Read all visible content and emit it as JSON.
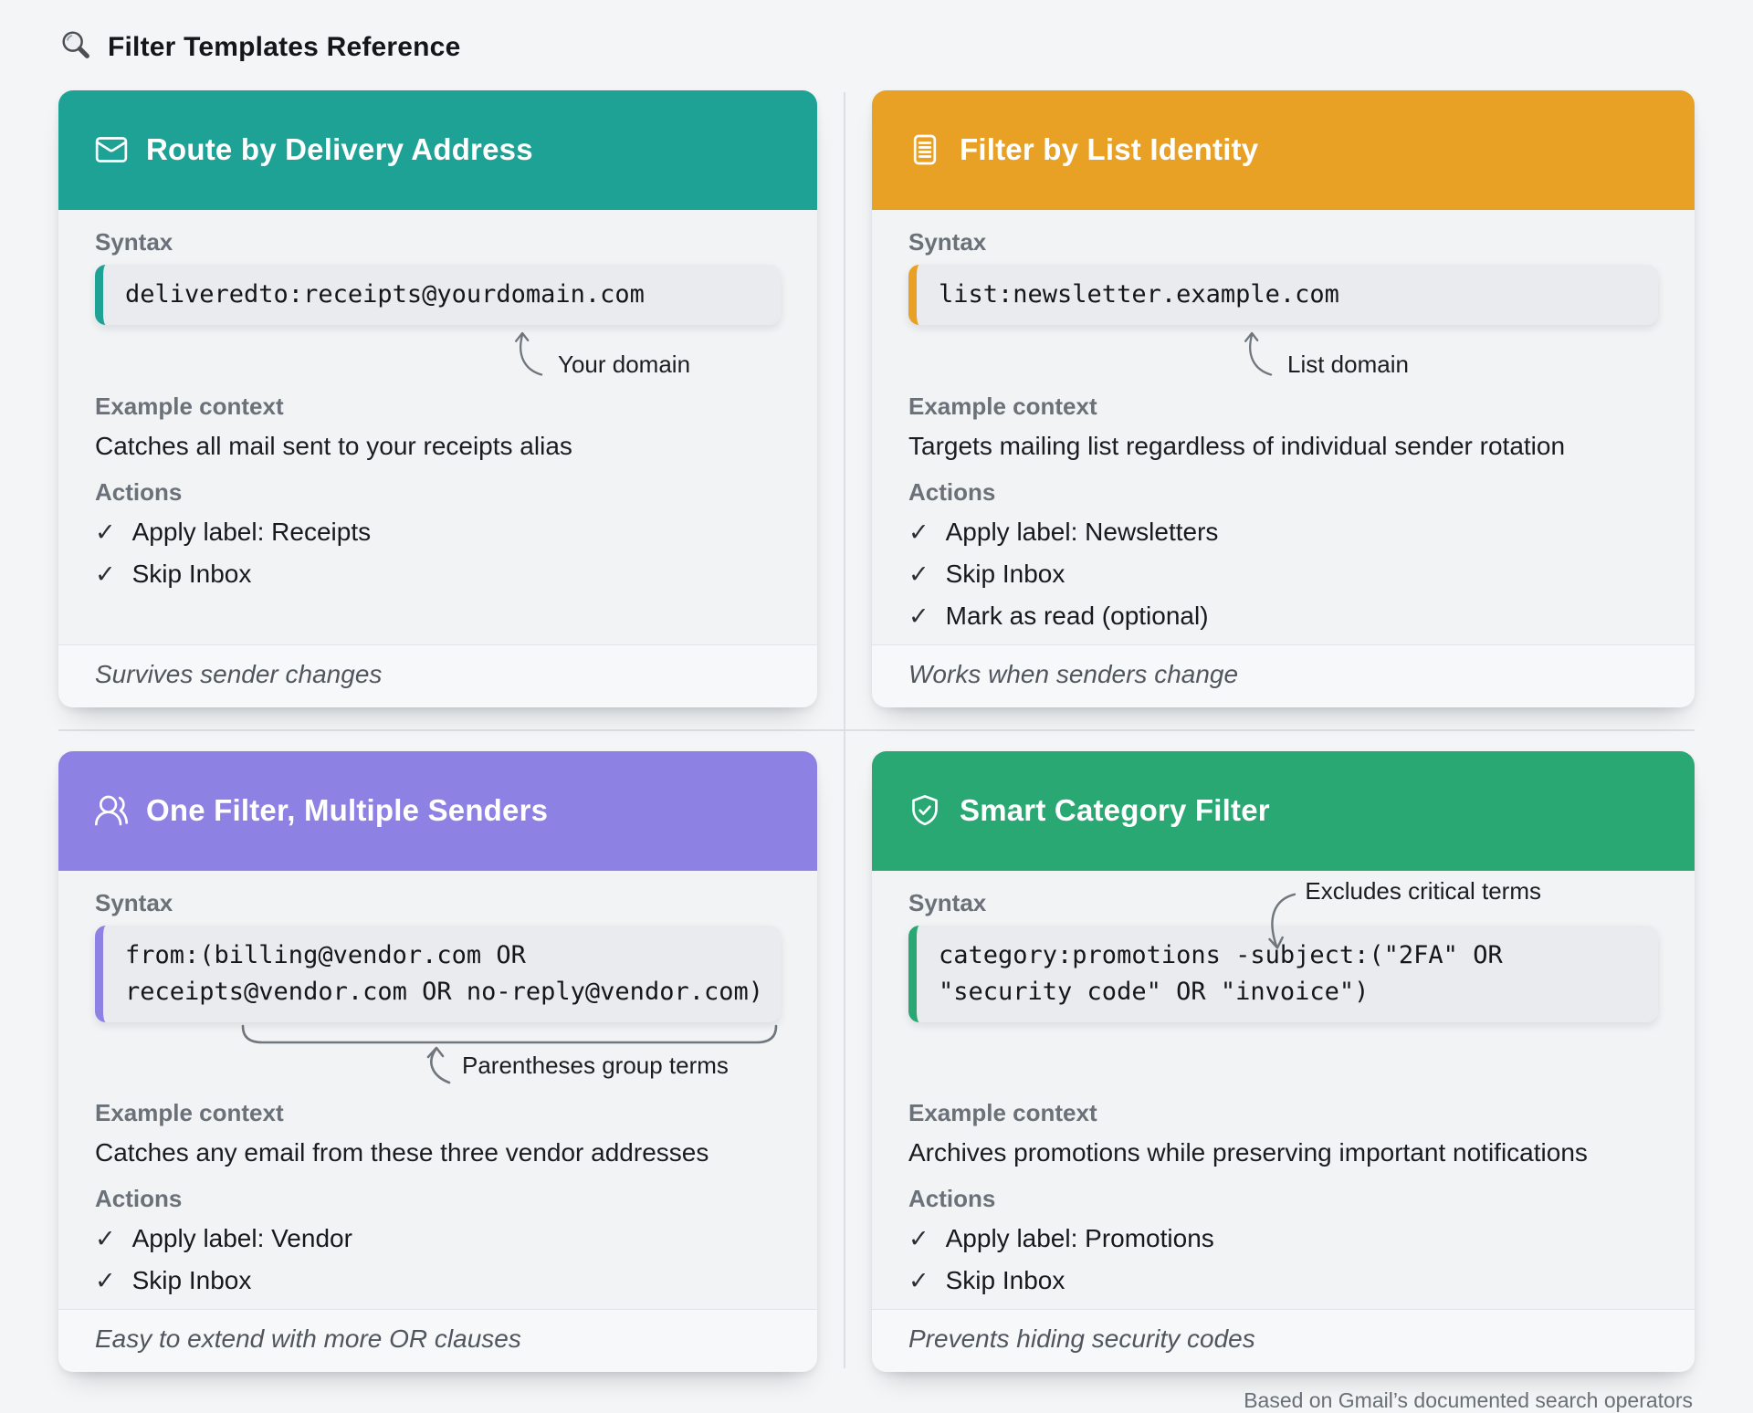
{
  "page": {
    "title": "Filter Templates Reference",
    "title_icon": "magnifier-icon",
    "attribution": "Based on Gmail’s documented search operators"
  },
  "labels": {
    "syntax": "Syntax",
    "example": "Example context",
    "actions": "Actions"
  },
  "glyphs": {
    "check": "✓"
  },
  "colors": {
    "teal": "#1fa296",
    "amber": "#e8a124",
    "purple": "#8e81e4",
    "green": "#29a873"
  },
  "cards": [
    {
      "id": "route-by-delivery-address",
      "icon": "envelope-icon",
      "accent": "#1fa296",
      "title": "Route by Delivery Address",
      "code_lines": [
        "deliveredto:receipts@yourdomain.com"
      ],
      "annotation": "Your domain",
      "example": "Catches all mail sent to your receipts alias",
      "actions": [
        "Apply label: Receipts",
        "Skip Inbox"
      ],
      "footer": "Survives sender changes"
    },
    {
      "id": "filter-by-list-identity",
      "icon": "list-document-icon",
      "accent": "#e8a124",
      "title": "Filter by List Identity",
      "code_lines": [
        "list:newsletter.example.com"
      ],
      "annotation": "List domain",
      "example": "Targets mailing list regardless of individual sender rotation",
      "actions": [
        "Apply label: Newsletters",
        "Skip Inbox",
        "Mark as read (optional)"
      ],
      "footer": "Works when senders change"
    },
    {
      "id": "one-filter-multiple-senders",
      "icon": "users-icon",
      "accent": "#8e81e4",
      "title": "One Filter, Multiple Senders",
      "code_lines": [
        "from:(billing@vendor.com OR",
        "receipts@vendor.com OR no-reply@vendor.com)"
      ],
      "annotation": "Parentheses group terms",
      "example": "Catches any email from these three vendor addresses",
      "actions": [
        "Apply label: Vendor",
        "Skip Inbox"
      ],
      "footer": "Easy to extend with more OR clauses"
    },
    {
      "id": "smart-category-filter",
      "icon": "shield-check-icon",
      "accent": "#29a873",
      "title": "Smart Category Filter",
      "code_lines": [
        "category:promotions -subject:(\"2FA\" OR",
        "\"security code\" OR \"invoice\")"
      ],
      "annotation": "Excludes critical terms",
      "example": "Archives promotions while preserving important notifications",
      "actions": [
        "Apply label: Promotions",
        "Skip Inbox"
      ],
      "footer": "Prevents hiding security codes"
    }
  ]
}
